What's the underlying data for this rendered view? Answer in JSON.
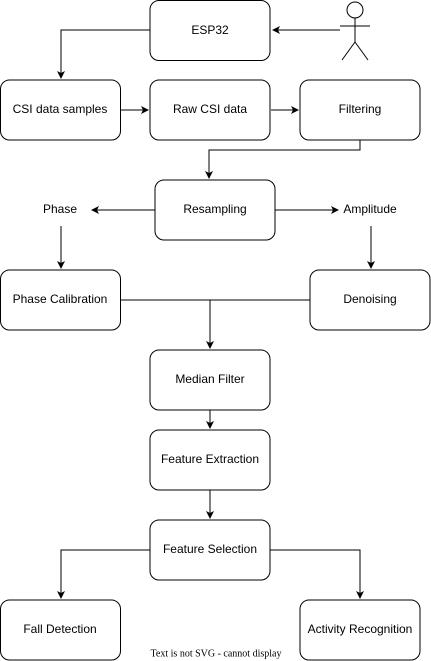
{
  "nodes": {
    "esp32": "ESP32",
    "csi_samples": "CSI data samples",
    "raw_csi": "Raw CSI data",
    "filtering": "Filtering",
    "resampling": "Resampling",
    "phase": "Phase",
    "amplitude": "Amplitude",
    "phase_calibration": "Phase Calibration",
    "denoising": "Denoising",
    "median_filter": "Median Filter",
    "feature_extraction": "Feature Extraction",
    "feature_selection": "Feature Selection",
    "fall_detection": "Fall Detection",
    "activity_recognition": "Activity Recognition"
  },
  "footer": "Text is not SVG - cannot display",
  "colors": {
    "stroke": "#000000",
    "fill": "#ffffff",
    "text": "#000000"
  }
}
